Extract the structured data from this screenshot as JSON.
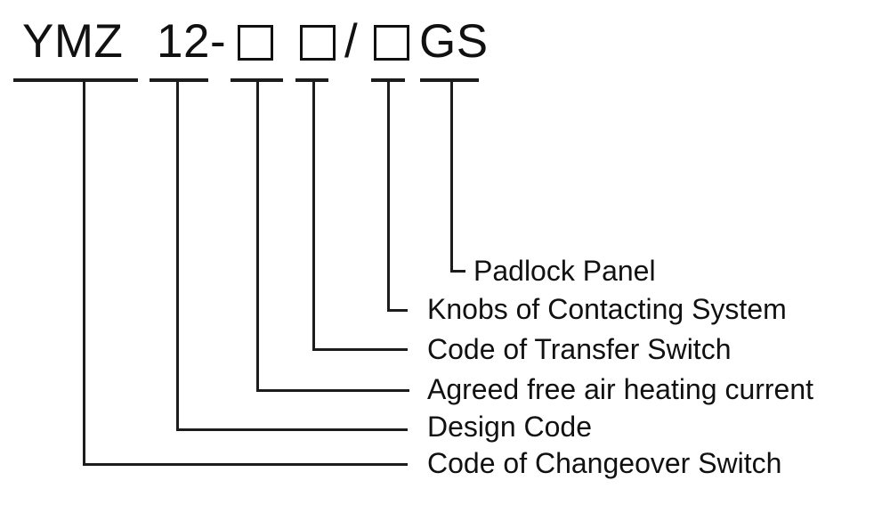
{
  "title": {
    "full": "YMZ 12-□ □/□GS",
    "prefix": "YMZ",
    "design_code": "12-",
    "placeholder_box": "□",
    "slash": "/",
    "suffix": "GS"
  },
  "labels": [
    {
      "text": "Padlock Panel"
    },
    {
      "text": "Knobs of Contacting System"
    },
    {
      "text": "Code of Transfer Switch"
    },
    {
      "text": "Agreed free air heating current"
    },
    {
      "text": "Design Code"
    },
    {
      "text": "Code of Changeover Switch"
    }
  ],
  "colors": {
    "background": "#ffffff",
    "text": "#111111",
    "line": "#1c1c1c"
  }
}
